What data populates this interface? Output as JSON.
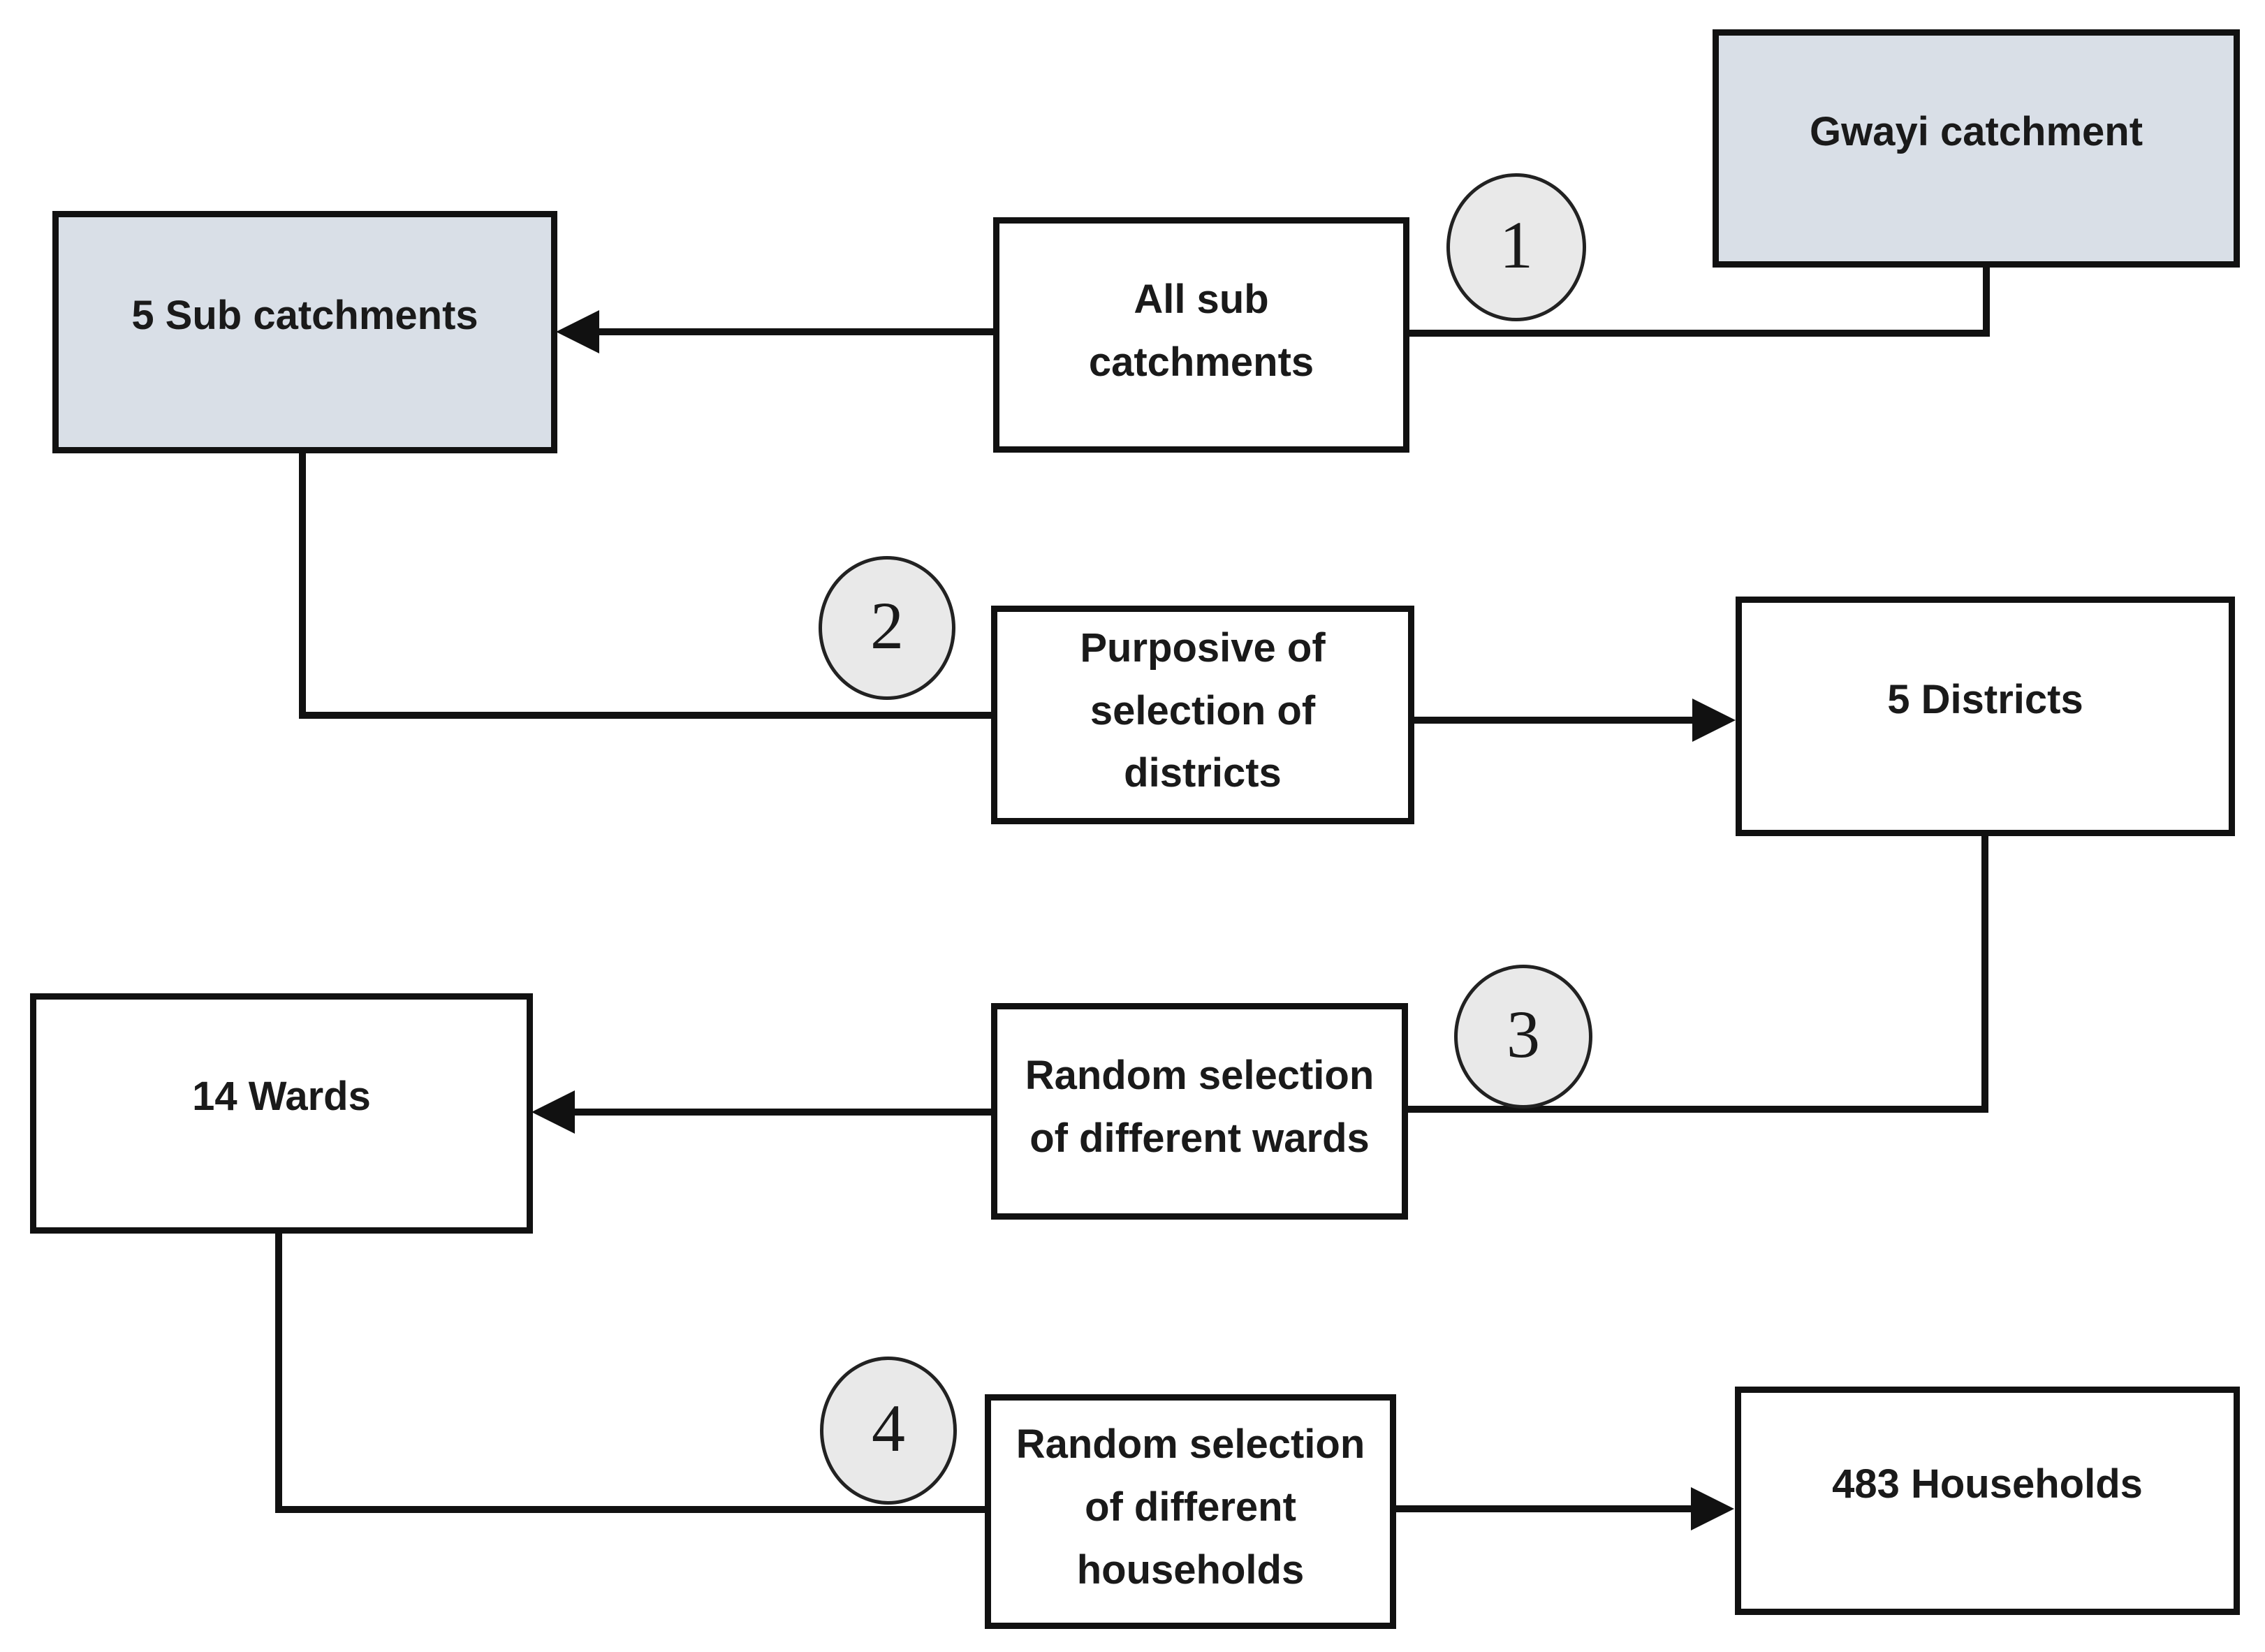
{
  "diagram_type": "flowchart",
  "nodes": {
    "gwayi": {
      "label": "Gwayi catchment",
      "lines": [
        "Gwayi catchment"
      ],
      "highlighted": true
    },
    "all_sub": {
      "label": "All sub catchments",
      "lines": [
        "All sub",
        "catchments"
      ],
      "highlighted": false
    },
    "five_sub": {
      "label": "5 Sub catchments",
      "lines": [
        "5 Sub catchments"
      ],
      "highlighted": true
    },
    "purposive": {
      "label": "Purposive of selection of districts",
      "lines": [
        "Purposive of",
        "selection of",
        "districts"
      ],
      "highlighted": false
    },
    "five_districts": {
      "label": "5 Districts",
      "lines": [
        "5 Districts"
      ],
      "highlighted": false
    },
    "fourteen_wards": {
      "label": "14 Wards",
      "lines": [
        "14 Wards"
      ],
      "highlighted": false
    },
    "random_wards": {
      "label": "Random selection of different wards",
      "lines": [
        "Random selection",
        "of different wards"
      ],
      "highlighted": false
    },
    "random_households": {
      "label": "Random selection of different households",
      "lines": [
        "Random selection",
        "of different",
        "households"
      ],
      "highlighted": false
    },
    "households_483": {
      "label": "483 Households",
      "lines": [
        "483 Households"
      ],
      "highlighted": false
    }
  },
  "steps": [
    "1",
    "2",
    "3",
    "4"
  ],
  "colors": {
    "line": "#111111",
    "node_fill": "#ffffff",
    "highlight_fill": "#d9dfe7",
    "step_fill": "#e9e9e9",
    "text": "#1a1a1a",
    "canvas_bg": "#ffffff"
  }
}
